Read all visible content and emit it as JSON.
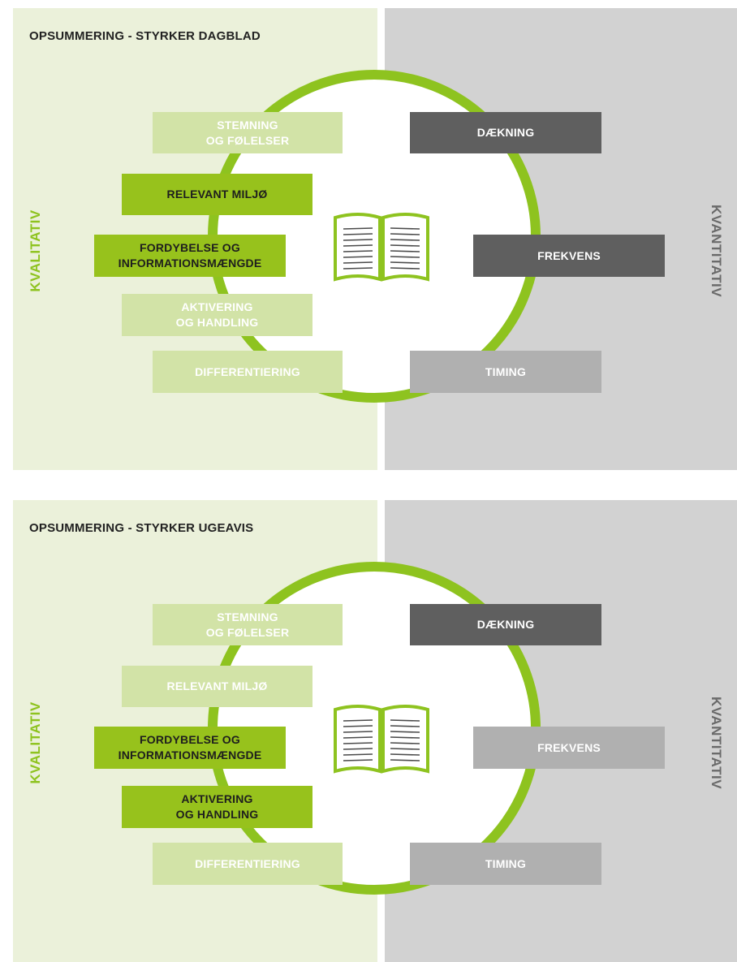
{
  "panels": [
    {
      "title": "OPSUMMERING - STYRKER DAGBLAD",
      "left_label": "KVALITATIV",
      "right_label": "KVANTITATIV",
      "qualitative": [
        {
          "line1": "STEMNING",
          "line2": "OG FØLELSER",
          "highlight": false
        },
        {
          "line1": "RELEVANT MILJØ",
          "line2": "",
          "highlight": true
        },
        {
          "line1": "FORDYBELSE OG",
          "line2": "INFORMATIONSMÆNGDE",
          "highlight": true
        },
        {
          "line1": "AKTIVERING",
          "line2": "OG HANDLING",
          "highlight": false
        },
        {
          "line1": "DIFFERENTIERING",
          "line2": "",
          "highlight": false
        }
      ],
      "quantitative": [
        {
          "label": "DÆKNING",
          "highlight": true
        },
        {
          "label": "FREKVENS",
          "highlight": true
        },
        {
          "label": "TIMING",
          "highlight": false
        }
      ]
    },
    {
      "title": "OPSUMMERING - STYRKER UGEAVIS",
      "left_label": "KVALITATIV",
      "right_label": "KVANTITATIV",
      "qualitative": [
        {
          "line1": "STEMNING",
          "line2": "OG FØLELSER",
          "highlight": false
        },
        {
          "line1": "RELEVANT MILJØ",
          "line2": "",
          "highlight": false
        },
        {
          "line1": "FORDYBELSE OG",
          "line2": "INFORMATIONSMÆNGDE",
          "highlight": true
        },
        {
          "line1": "AKTIVERING",
          "line2": "OG HANDLING",
          "highlight": true
        },
        {
          "line1": "DIFFERENTIERING",
          "line2": "",
          "highlight": false
        }
      ],
      "quantitative": [
        {
          "label": "DÆKNING",
          "highlight": true
        },
        {
          "label": "FREKVENS",
          "highlight": false
        },
        {
          "label": "TIMING",
          "highlight": false
        }
      ]
    }
  ],
  "colors": {
    "qualitative_bg": "#ebf1da",
    "quantitative_bg": "#d2d2d2",
    "ring": "#8ec31f",
    "qual_strong": "#97c21c",
    "qual_weak": "#d2e3a7",
    "quant_strong": "#5f5f5f",
    "quant_weak": "#b0b0b0"
  },
  "icons": {
    "center": "open-book-icon"
  }
}
